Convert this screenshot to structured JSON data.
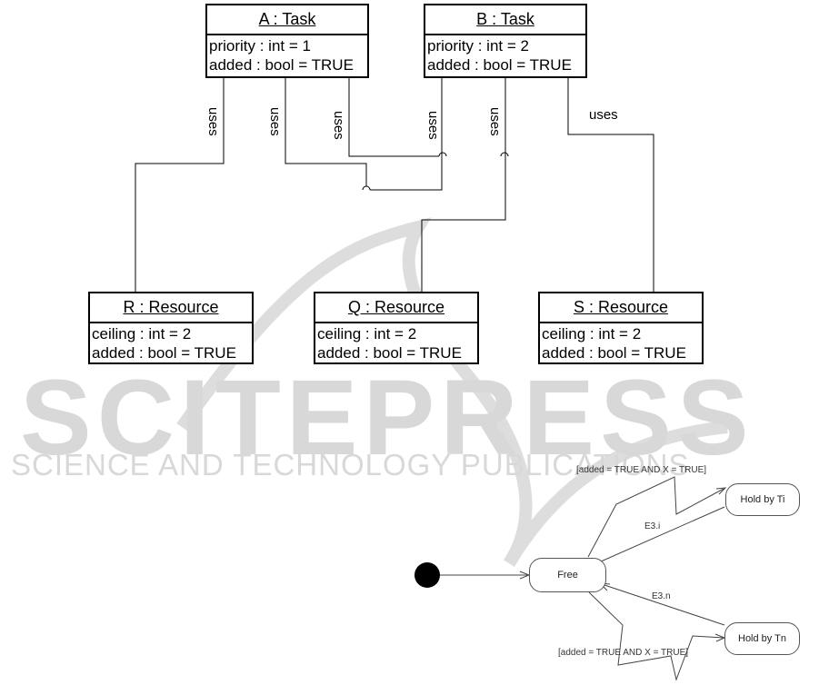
{
  "watermark": {
    "main": "SCITEPRESS",
    "sub": "SCIENCE AND TECHNOLOGY PUBLICATIONS"
  },
  "objects": {
    "a_task": {
      "title": "A : Task",
      "attrs": [
        "priority : int = 1",
        "added : bool = TRUE"
      ]
    },
    "b_task": {
      "title": "B : Task",
      "attrs": [
        "priority : int = 2",
        "added : bool = TRUE"
      ]
    },
    "r_resource": {
      "title": "R : Resource",
      "attrs": [
        "ceiling : int = 2",
        "added : bool = TRUE"
      ]
    },
    "q_resource": {
      "title": "Q : Resource",
      "attrs": [
        "ceiling : int = 2",
        "added : bool = TRUE"
      ]
    },
    "s_resource": {
      "title": "S : Resource",
      "attrs": [
        "ceiling : int = 2",
        "added : bool = TRUE"
      ]
    }
  },
  "links": {
    "uses": "uses"
  },
  "state_machine": {
    "states": {
      "free": "Free",
      "hold_ti": "Hold by Ti",
      "hold_tn": "Hold by Tn"
    },
    "transitions": {
      "guard_top": "[added = TRUE AND X = TRUE]",
      "guard_bottom": "[added = TRUE AND X = TRUE]",
      "e3_i": "E3.i",
      "e3_n": "E3.n"
    }
  },
  "colors": {
    "line": "#000000",
    "watermark": "#d8d8d8",
    "state_border": "#555555"
  }
}
